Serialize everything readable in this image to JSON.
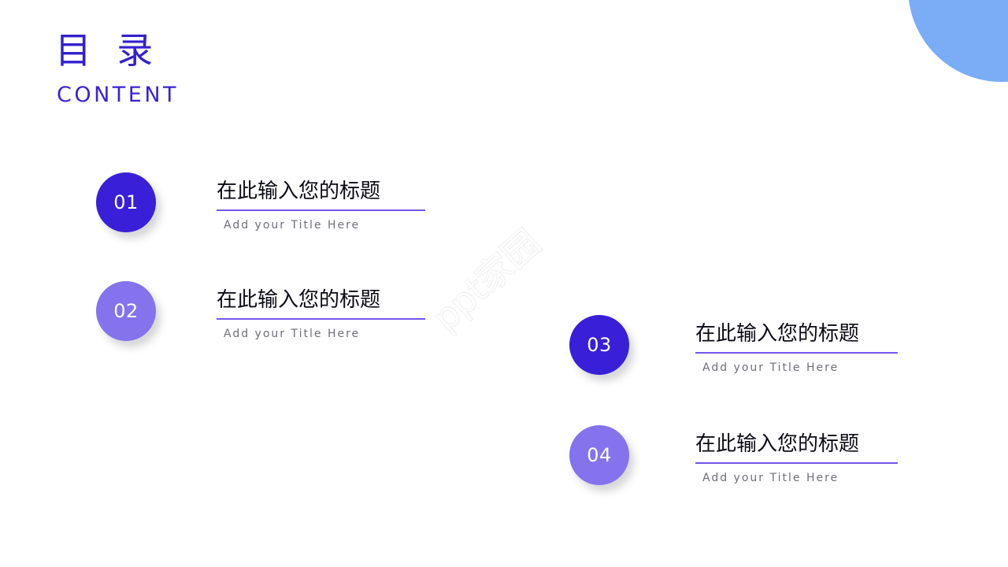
{
  "slide": {
    "background_color": "#ffffff",
    "title_cn": "目  录",
    "title_en": "CONTENT",
    "title_color": "#3420cf",
    "watermark_text": "ppt家园"
  },
  "decor": {
    "circle_color": "#7aadf5",
    "circle_name": "blue-corner-circle"
  },
  "items": [
    {
      "number": "01",
      "title": "在此输入您的标题",
      "subtitle": "Add your Title Here",
      "badge_color": "#3a1fd8",
      "rule_color": "#7355ee"
    },
    {
      "number": "02",
      "title": "在此输入您的标题",
      "subtitle": "Add your Title Here",
      "badge_color": "#8473ec",
      "rule_color": "#7355ee"
    },
    {
      "number": "03",
      "title": "在此输入您的标题",
      "subtitle": "Add your Title Here",
      "badge_color": "#3a1fd8",
      "rule_color": "#7355ee"
    },
    {
      "number": "04",
      "title": "在此输入您的标题",
      "subtitle": "Add your Title Here",
      "badge_color": "#8473ec",
      "rule_color": "#7355ee"
    }
  ]
}
